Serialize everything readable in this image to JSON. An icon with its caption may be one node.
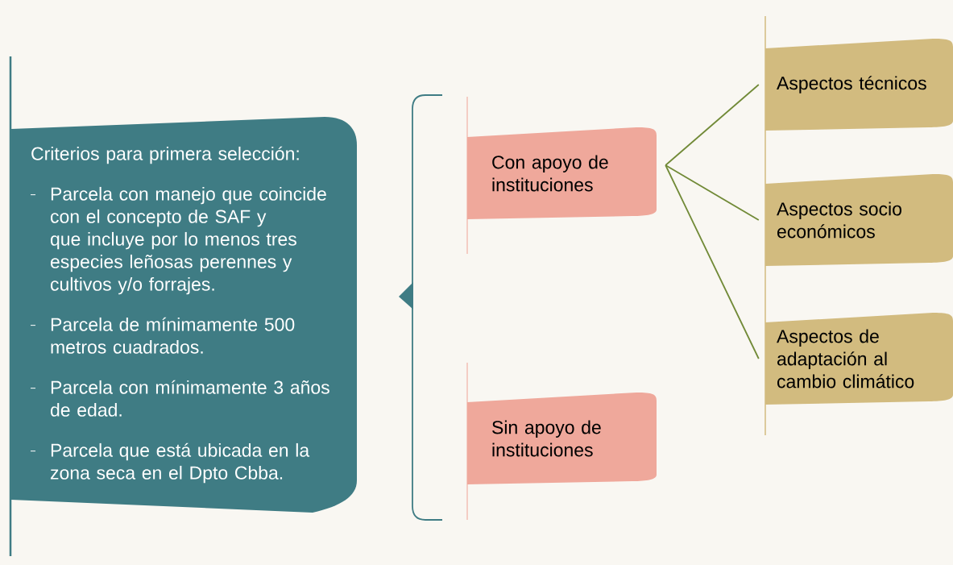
{
  "diagram": {
    "nodes": [
      {
        "text": [
          "Criterios  para primera selección:",
          "Parcela con manejo que coincide con el concepto de SAF y que incluye por lo menos tres especies leñosas perennes y cultivos y/o forrajes.",
          "Parcela  de mínimamente 500 metros cuadrados.",
          "Parcela con mínimamente 3 años de edad.",
          "Parcela que está ubicada en la zona seca en el Dpto Cbba."
        ]
      },
      {
        "text": [
          "Con apoyo de instituciones"
        ]
      },
      {
        "text": [
          "Sin apoyo de instituciones"
        ]
      },
      {
        "text": [
          "Aspectos técnicos"
        ]
      },
      {
        "text": [
          "Aspectos socio económicos"
        ]
      },
      {
        "text": [
          "Aspectos de adaptación al cambio climático"
        ]
      }
    ],
    "edges": [
      {
        "from": 1,
        "to": 3,
        "arrow": "none"
      },
      {
        "from": 1,
        "to": 4,
        "arrow": "none"
      },
      {
        "from": 1,
        "to": 5,
        "arrow": "none"
      }
    ]
  }
}
